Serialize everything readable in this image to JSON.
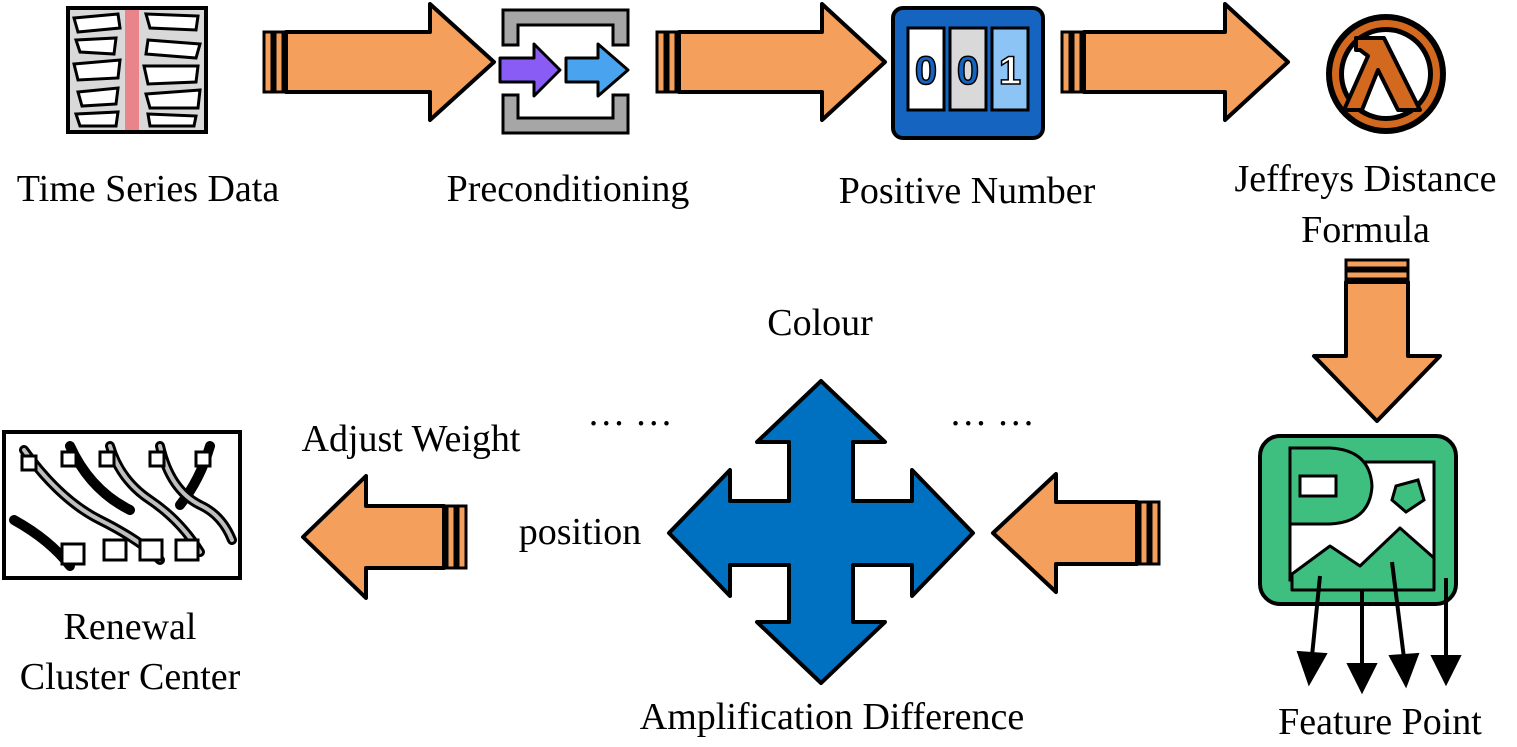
{
  "labels": {
    "time_series": "Time Series Data",
    "preconditioning": "Preconditioning",
    "positive_number": "Positive Number",
    "jeffreys_line1": "Jeffreys Distance",
    "jeffreys_line2": "Formula",
    "feature_point": "Feature Point",
    "colour": "Colour",
    "position": "position",
    "amplification": "Amplification Difference",
    "ellipsis_left": "… …",
    "ellipsis_right": "… …",
    "adjust_weight": "Adjust Weight",
    "renewal_line1": "Renewal",
    "renewal_line2": "Cluster Center"
  },
  "counter_digits": [
    "0",
    "0",
    "1"
  ],
  "icons": {
    "time_series": "data-grid-icon",
    "preconditioning": "transform-arrows-icon",
    "positive_number": "number-counter-icon",
    "jeffreys": "lambda-icon",
    "feature_point": "image-features-icon",
    "cross": "four-way-arrow-icon",
    "renewal": "cluster-network-icon"
  },
  "colors": {
    "arrow_fill": "#f4a05c",
    "cross_fill": "#0070c0",
    "feature_green": "#3fbf7f",
    "counter_blue": "#1565c0",
    "lambda_orange": "#d2691e",
    "purple": "#8a5cf6",
    "light_blue": "#4aa3ef"
  }
}
